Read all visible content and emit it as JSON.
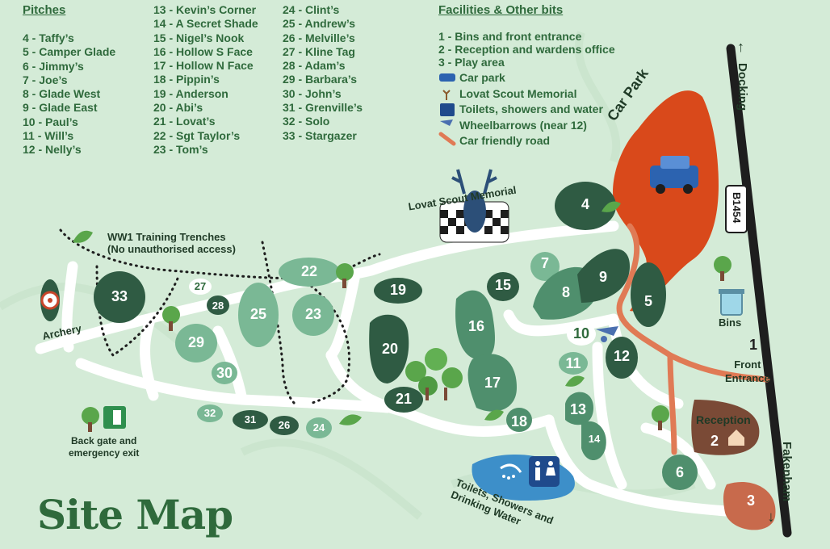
{
  "title": "Site Map",
  "pitches_heading": "Pitches",
  "pitches_col1": [
    "4 - Taffy’s",
    "5 - Camper Glade",
    "6 - Jimmy’s",
    "7 - Joe’s",
    "8 - Glade West",
    "9 - Glade East",
    "10 - Paul’s",
    "11 - Will’s",
    "12 - Nelly’s"
  ],
  "pitches_col2": [
    "13 - Kevin’s Corner",
    "14 - A Secret Shade",
    "15 - Nigel’s Nook",
    "16 - Hollow S Face",
    "17 - Hollow N Face",
    "18 - Pippin’s",
    "19 - Anderson",
    "20 - Abi’s",
    "21 - Lovat’s",
    "22 - Sgt Taylor’s",
    "23 - Tom’s"
  ],
  "pitches_col3": [
    "24 - Clint’s",
    "25 - Andrew’s",
    "26 - Melville’s",
    "27 - Kline Tag",
    "28 - Adam’s",
    "29 - Barbara’s",
    "30 - John’s",
    "31 - Grenville’s",
    "32 - Solo",
    "33 - Stargazer"
  ],
  "facilities_heading": "Facilities & Other bits",
  "facilities": [
    {
      "label": "1 -  Bins and front entrance",
      "icon": "number"
    },
    {
      "label": "2 -  Reception and wardens office",
      "icon": "number"
    },
    {
      "label": "3 -  Play area",
      "icon": "number"
    },
    {
      "label": "Car park",
      "icon": "car-icon"
    },
    {
      "label": "Lovat Scout Memorial",
      "icon": "deer-icon"
    },
    {
      "label": "Toilets, showers and water",
      "icon": "toilet-icon"
    },
    {
      "label": "Wheelbarrows (near 12)",
      "icon": "wheelbarrow-icon"
    },
    {
      "label": "Car friendly road",
      "icon": "orange-road-icon"
    }
  ],
  "map_labels": {
    "car_park": "Car Park",
    "docking": "Docking",
    "fakenham": "Fakenham",
    "road": "B1454",
    "memorial": "Lovat Scout Memorial",
    "trenches_line1": "WW1 Training Trenches",
    "trenches_line2": "(No unauthorised access)",
    "archery": "Archery",
    "back_gate_line1": "Back gate and",
    "back_gate_line2": "emergency exit",
    "toilets_line1": "Toilets, Showers and",
    "toilets_line2": "Drinking Water",
    "bins": "Bins",
    "front_line1": "Front",
    "front_line2": "Entrance",
    "reception": "Reception",
    "arrow_up": "↑",
    "arrow_right": "→"
  },
  "pitch_numbers": [
    "1",
    "2",
    "3",
    "4",
    "5",
    "6",
    "7",
    "8",
    "9",
    "10",
    "11",
    "12",
    "13",
    "14",
    "15",
    "16",
    "17",
    "18",
    "19",
    "20",
    "21",
    "22",
    "23",
    "24",
    "25",
    "26",
    "27",
    "28",
    "29",
    "30",
    "31",
    "32",
    "33"
  ],
  "colors": {
    "background": "#d4ebd7",
    "dark_green": "#2f5b43",
    "mid_green": "#4f8f6d",
    "light_green": "#7ab895",
    "car_park": "#d9491b",
    "road_orange": "#e07a55",
    "reception_brown": "#7a4a36",
    "play_area": "#c86a4c",
    "water": "#3d8fc9",
    "text_green": "#2f6a3c"
  }
}
